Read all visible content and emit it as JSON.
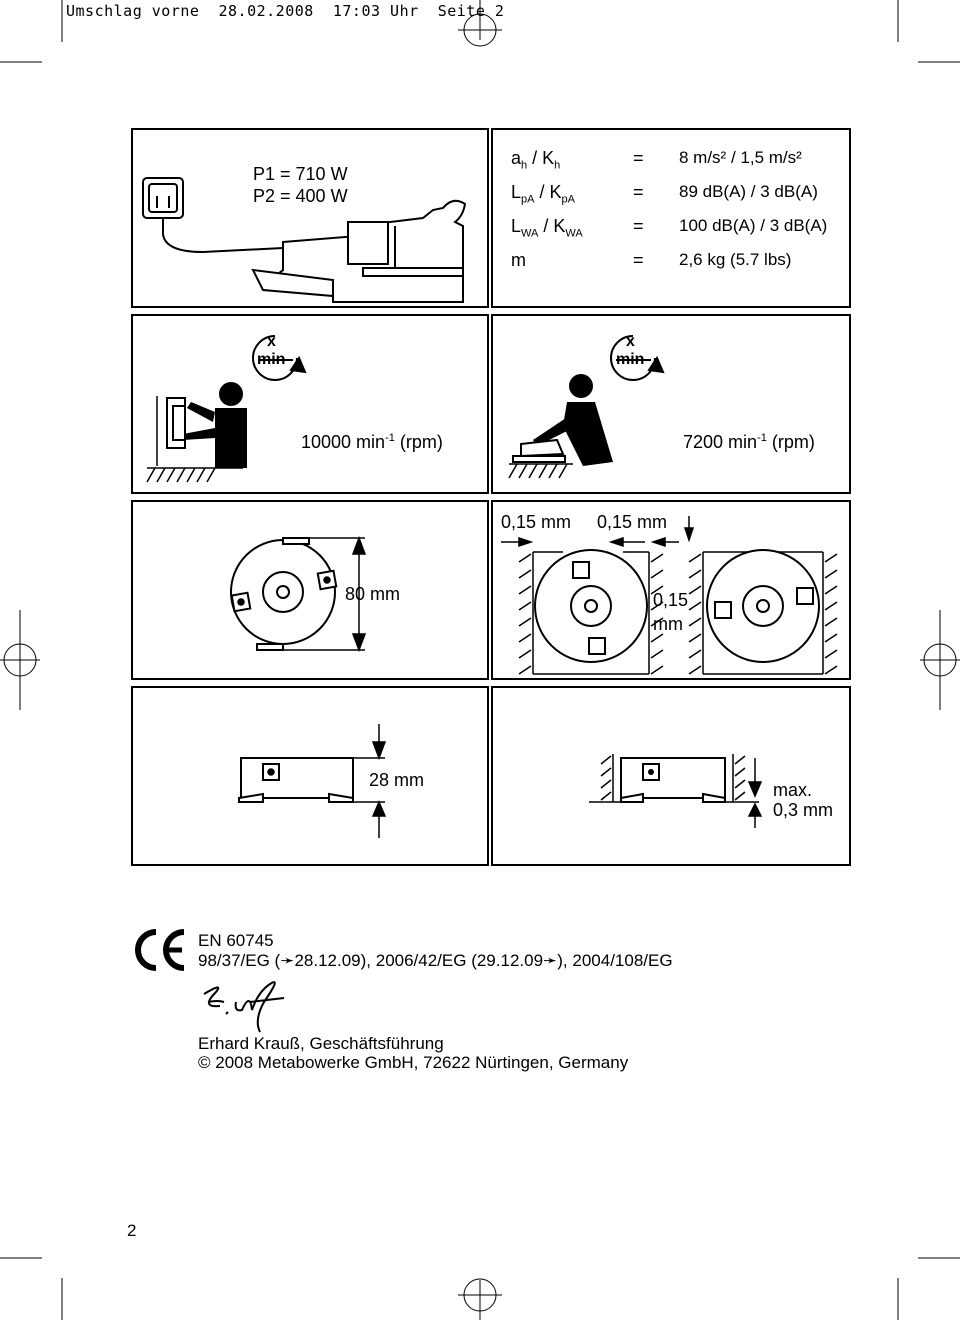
{
  "header": {
    "line": "Umschlag vorne  28.02.2008  17:03 Uhr  Seite 2"
  },
  "power": {
    "p1": "P1 = 710 W",
    "p2": "P2 = 400 W"
  },
  "specs": [
    {
      "sym": "a",
      "sub1": "h",
      "mid": " / K",
      "sub2": "h",
      "eq": "=",
      "val": "8 m/s² / 1,5 m/s²"
    },
    {
      "sym": "L",
      "sub1": "pA",
      "mid": " / K",
      "sub2": "pA",
      "eq": "=",
      "val": "89 dB(A) / 3 dB(A)"
    },
    {
      "sym": "L",
      "sub1": "WA",
      "mid": " / K",
      "sub2": "WA",
      "eq": "=",
      "val": "100 dB(A) / 3 dB(A)"
    },
    {
      "sym": "m",
      "sub1": "",
      "mid": "",
      "sub2": "",
      "eq": "=",
      "val": "2,6 kg (5.7 lbs)"
    }
  ],
  "speed": {
    "icon_top": "x",
    "icon_bottom": "min",
    "left": {
      "num": "10000 min",
      "exp": "-1",
      "unit": " (rpm)"
    },
    "right": {
      "num": "7200 min",
      "exp": "-1",
      "unit": " (rpm)"
    }
  },
  "blades": {
    "diameter": "80 mm",
    "offset_top_a": "0,15 mm",
    "offset_top_b": "0,15 mm",
    "offset_side_1": "0,15",
    "offset_side_2": "mm"
  },
  "depth": {
    "width": "28 mm",
    "max_1": "max.",
    "max_2": "0,3 mm"
  },
  "conformity": {
    "mark": "CE",
    "standard": "EN 60745",
    "directives": "98/37/EG (➛28.12.09), 2006/42/EG (29.12.09➛), 2004/108/EG",
    "signer": "Erhard Krauß, Geschäftsführung",
    "copyright": "© 2008 Metabowerke GmbH, 72622 Nürtingen, Germany"
  },
  "page_number": "2"
}
